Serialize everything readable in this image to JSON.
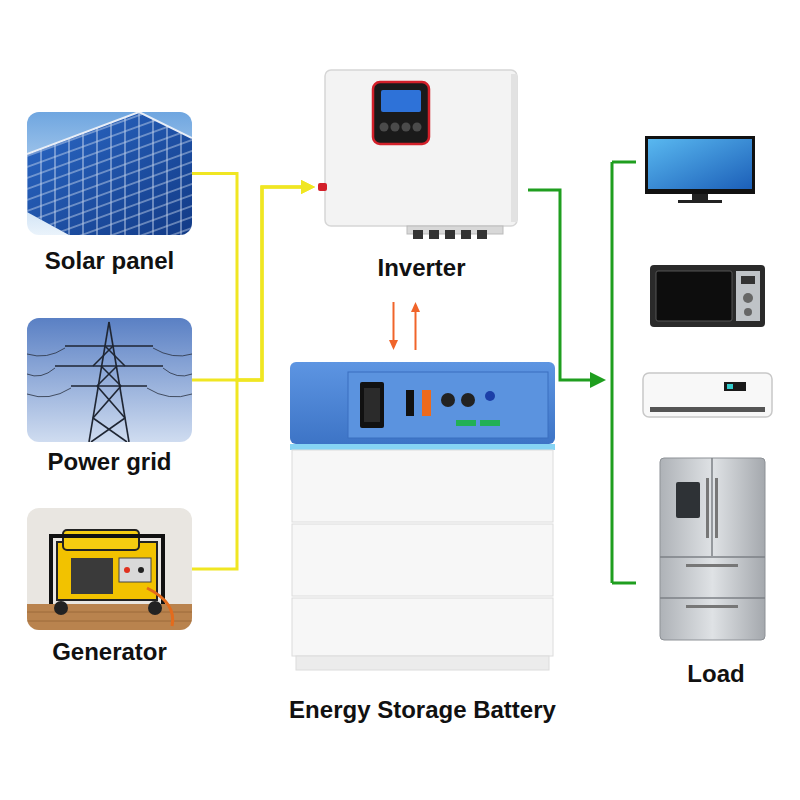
{
  "diagram": {
    "nodes": [
      {
        "text": [
          "Solar panel"
        ]
      },
      {
        "text": [
          "Power grid"
        ]
      },
      {
        "text": [
          "Generator"
        ]
      },
      {
        "text": [
          "Inverter"
        ]
      },
      {
        "text": [
          "Energy Storage Battery"
        ]
      },
      {
        "text": [
          "Load"
        ]
      }
    ],
    "edges": [
      {
        "from": 0,
        "to": 3,
        "arrow": "to"
      },
      {
        "from": 1,
        "to": 3,
        "arrow": "to"
      },
      {
        "from": 2,
        "to": 3,
        "arrow": "to"
      },
      {
        "from": 3,
        "to": 4,
        "arrow": "to"
      },
      {
        "from": 4,
        "to": 3,
        "arrow": "to"
      },
      {
        "from": 3,
        "to": 5,
        "arrow": "to"
      }
    ]
  }
}
